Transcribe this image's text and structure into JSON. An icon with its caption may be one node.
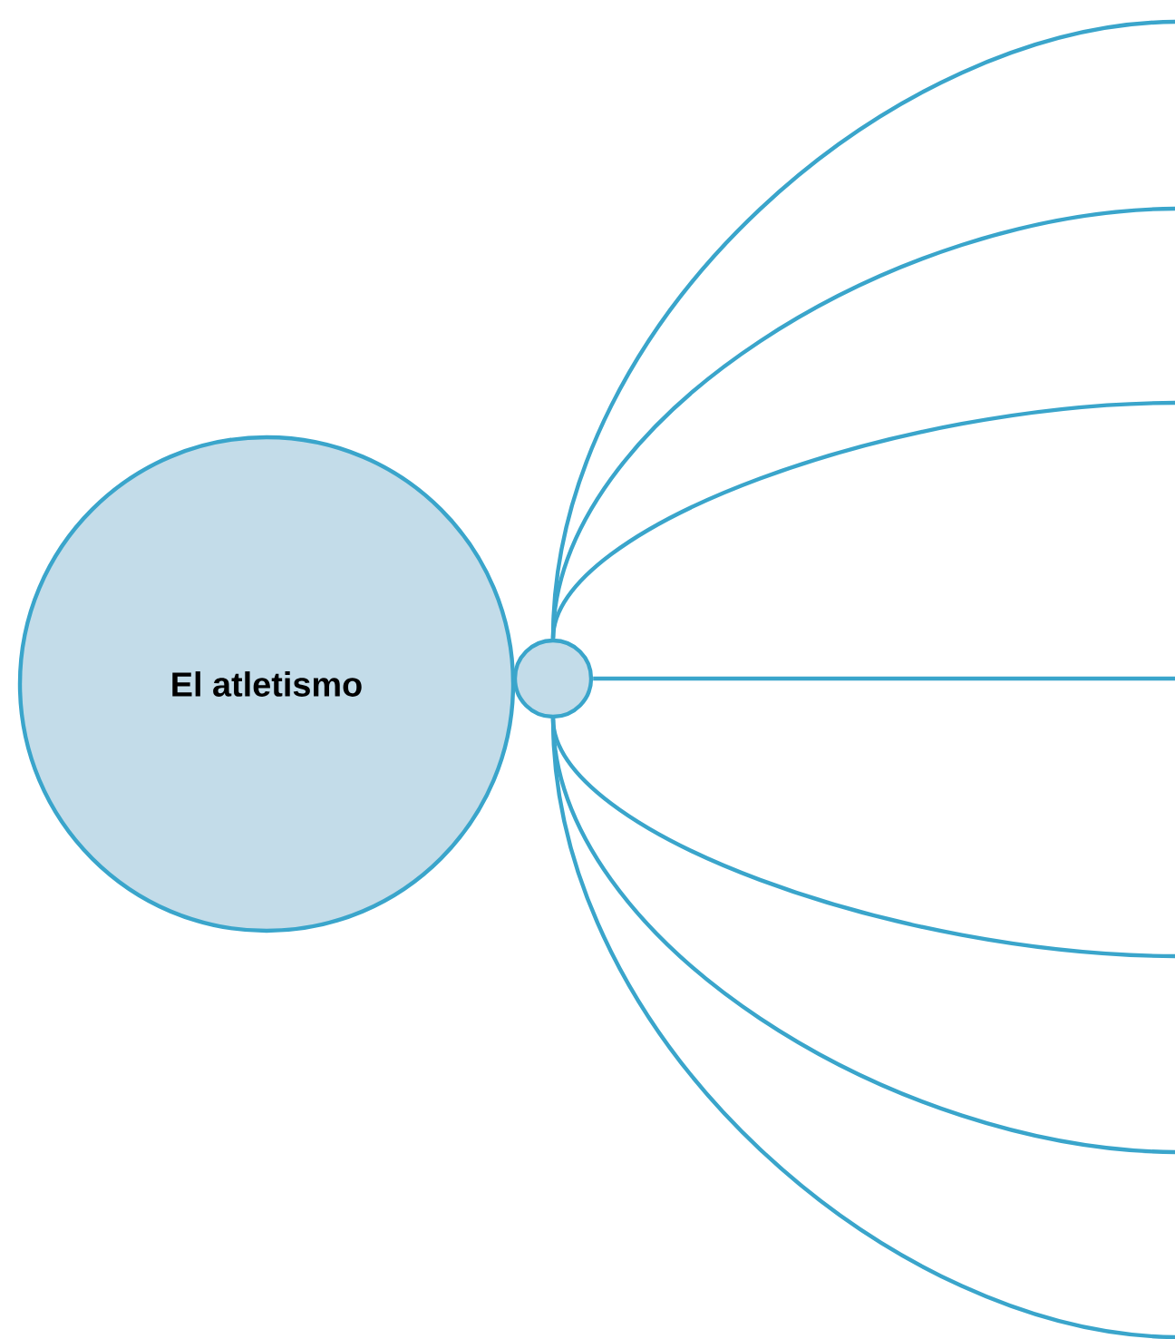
{
  "diagram": {
    "nodes": [
      {
        "text": [
          "El atletismo"
        ]
      },
      {
        "text": [],
        "shape": "circle"
      }
    ],
    "edges": [
      {
        "from": 1,
        "to": null,
        "arrow": "none"
      },
      {
        "from": 1,
        "to": null,
        "arrow": "none"
      },
      {
        "from": 1,
        "to": null,
        "arrow": "none"
      },
      {
        "from": 1,
        "to": null,
        "arrow": "none"
      },
      {
        "from": 1,
        "to": null,
        "arrow": "none"
      },
      {
        "from": 1,
        "to": null,
        "arrow": "none"
      },
      {
        "from": 1,
        "to": null,
        "arrow": "none"
      }
    ]
  }
}
